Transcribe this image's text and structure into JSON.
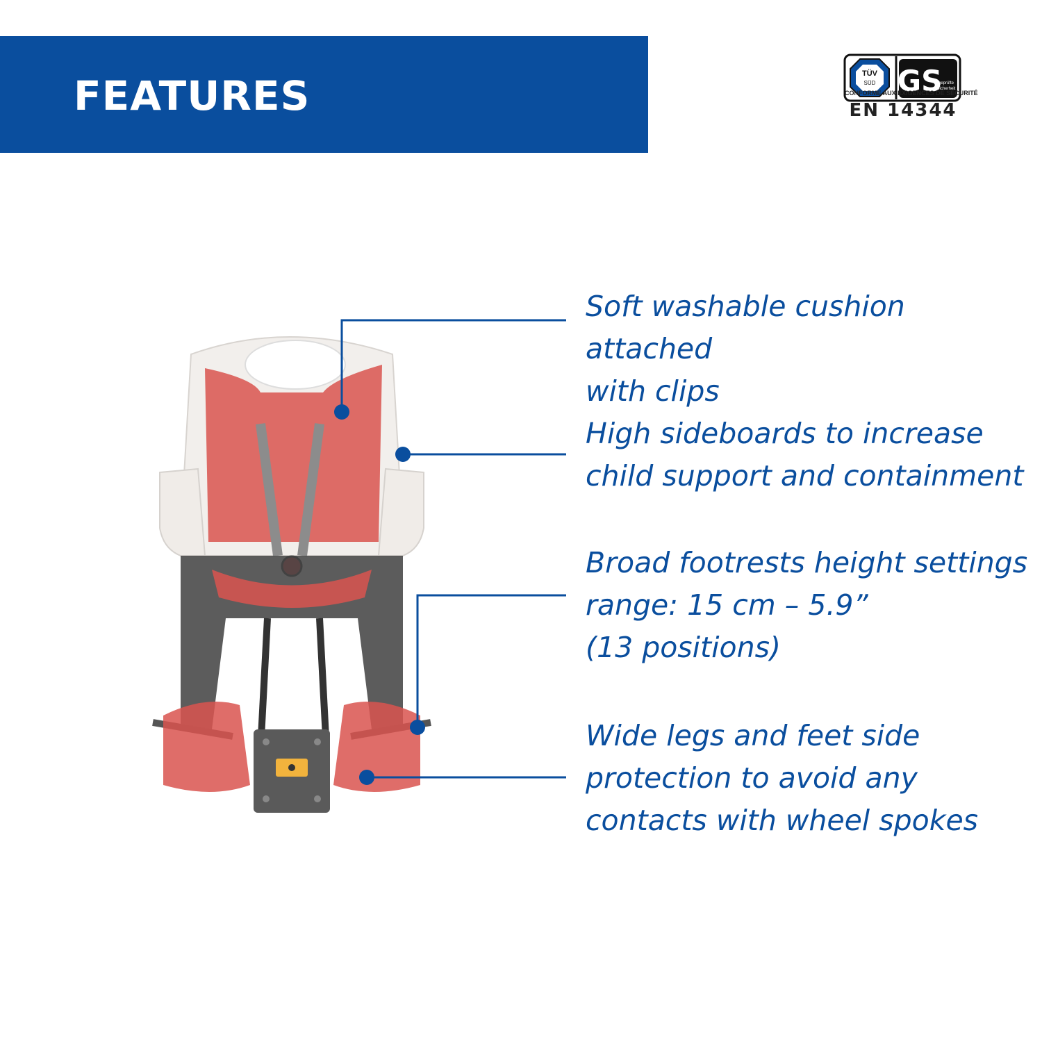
{
  "header": {
    "title": "FEATURES"
  },
  "certification": {
    "tuv_mark": "TÜV",
    "tuv_sub": "SÜD",
    "gs_mark": "GS",
    "gs_sub_1": "geprüfte",
    "gs_sub_2": "Sicherheit",
    "conformity": "CONFORME AUX EXIGENCES DE SÉCURITÉ",
    "standard": "EN 14344"
  },
  "features": [
    {
      "text": "Soft washable cushion attached\nwith clips"
    },
    {
      "text": "High sideboards to increase\nchild support and containment"
    },
    {
      "text": "Broad footrests height settings\nrange: 15 cm – 5.9”\n(13 positions)"
    },
    {
      "text": "Wide legs and feet side\nprotection to avoid any\ncontacts with wheel spokes"
    }
  ],
  "colors": {
    "brand_blue": "#0a4e9e",
    "cushion_red": "#d9534f",
    "shell_white": "#f4f1ee",
    "frame_dark": "#3a3a3a"
  }
}
